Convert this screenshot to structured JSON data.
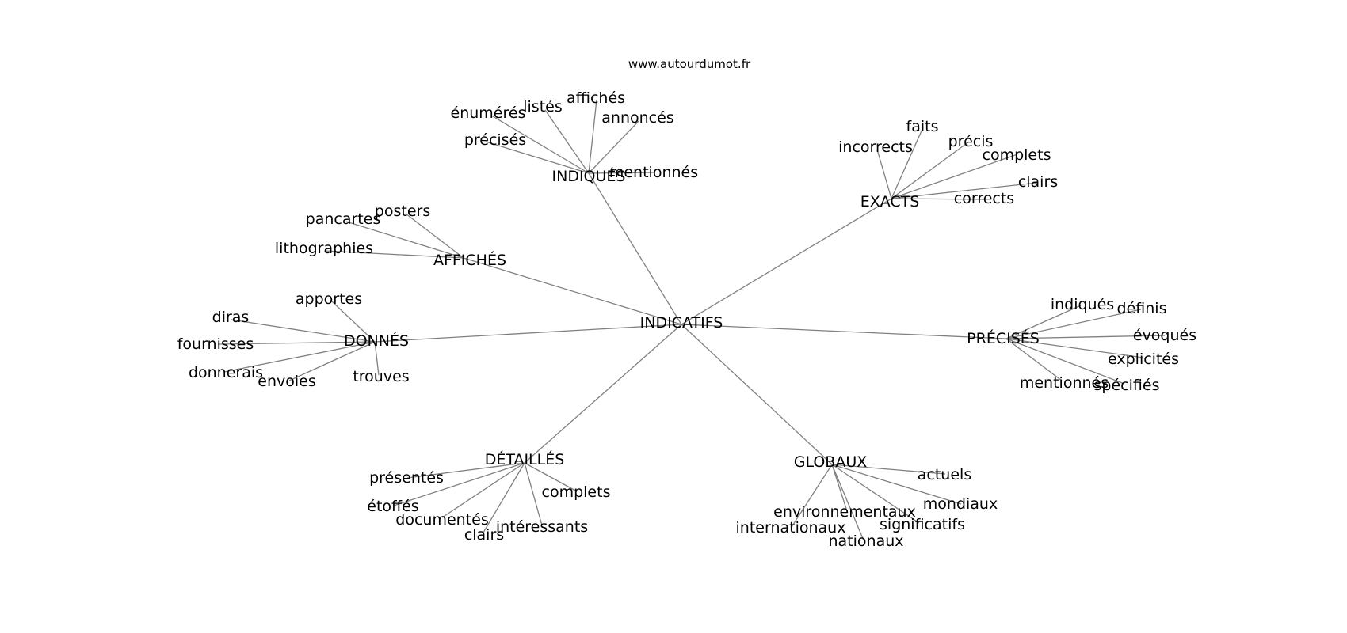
{
  "source": "www.autourdumot.fr",
  "graph": {
    "center": "INDICATIFS",
    "clusters": [
      {
        "id": "indiques",
        "label": "INDIQUÉS",
        "words": [
          "précisés",
          "énumérés",
          "listés",
          "affichés",
          "annoncés",
          "mentionnés"
        ]
      },
      {
        "id": "exacts",
        "label": "EXACTS",
        "words": [
          "incorrects",
          "faits",
          "précis",
          "complets",
          "clairs",
          "corrects"
        ]
      },
      {
        "id": "affiches",
        "label": "AFFICHÉS",
        "words": [
          "posters",
          "pancartes",
          "lithographies"
        ]
      },
      {
        "id": "donnes",
        "label": "DONNÉS",
        "words": [
          "apportes",
          "diras",
          "fournisses",
          "donnerais",
          "envoies",
          "trouves"
        ]
      },
      {
        "id": "precises",
        "label": "PRÉCISÉS",
        "words": [
          "indiqués",
          "définis",
          "évoqués",
          "explicités",
          "mentionnés",
          "spécifiés"
        ]
      },
      {
        "id": "detailles",
        "label": "DÉTAILLÉS",
        "words": [
          "présentés",
          "étoffés",
          "documentés",
          "clairs",
          "intéressants",
          "complets"
        ]
      },
      {
        "id": "globaux",
        "label": "GLOBAUX",
        "words": [
          "actuels",
          "mondiaux",
          "significatifs",
          "nationaux",
          "internationaux",
          "environnementaux"
        ]
      }
    ]
  }
}
